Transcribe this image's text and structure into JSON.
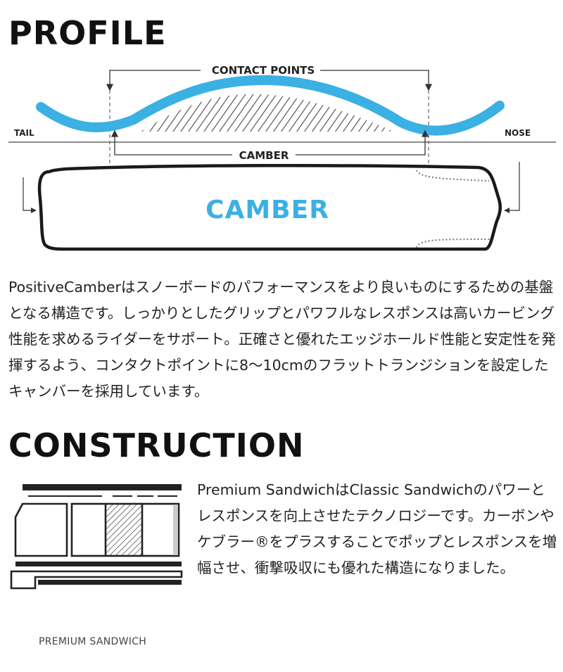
{
  "profile": {
    "heading": "PROFILE",
    "labels": {
      "contact_points": "CONTACT POINTS",
      "camber": "CAMBER",
      "tail": "TAIL",
      "nose": "NOSE",
      "board_name": "CAMBER"
    },
    "description": "PositiveCamberはスノーボードのパフォーマンスをより良いものにするための基盤となる構造です。しっかりとしたグリップとパワフルなレスポンスは高いカービング性能を求めるライダーをサポート。正確さと優れたエッジホールド性能と安定性を発揮するよう、コンタクトポイントに8〜10cmのフラットトランジションを設定したキャンバーを採用しています。"
  },
  "construction": {
    "heading": "CONSTRUCTION",
    "description": "Premium SandwichはClassic Sandwichのパワーとレスポンスを向上させたテクノロジーです。カーボンやケブラー®をプラスすることでポップとレスポンスを増幅させ、衝撃吸収にも優れた構造になりました。",
    "caption": "PREMIUM SANDWICH"
  },
  "colors": {
    "accent_blue": "#3bb0e3",
    "line_dark": "#222222"
  }
}
